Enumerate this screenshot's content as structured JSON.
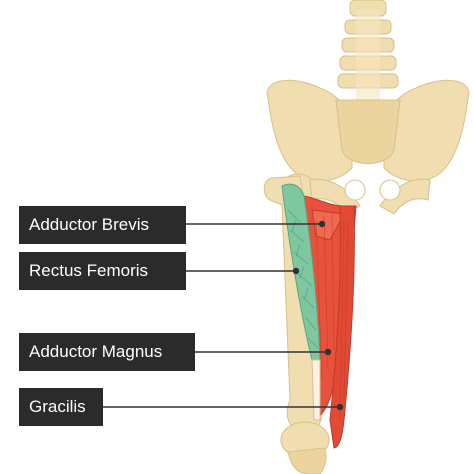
{
  "labels": {
    "adductor_brevis": "Adductor Brevis",
    "rectus_femoris": "Rectus Femoris",
    "adductor_magnus": "Adductor Magnus",
    "gracilis": "Gracilis"
  },
  "colors": {
    "bone": "#f0ddb0",
    "bone_shadow": "#d9c08c",
    "muscle_red": "#e8513c",
    "muscle_green": "#7fc7a0",
    "label_bg": "#2b2b2b",
    "label_text": "#ffffff",
    "leader_line": "#333333"
  }
}
